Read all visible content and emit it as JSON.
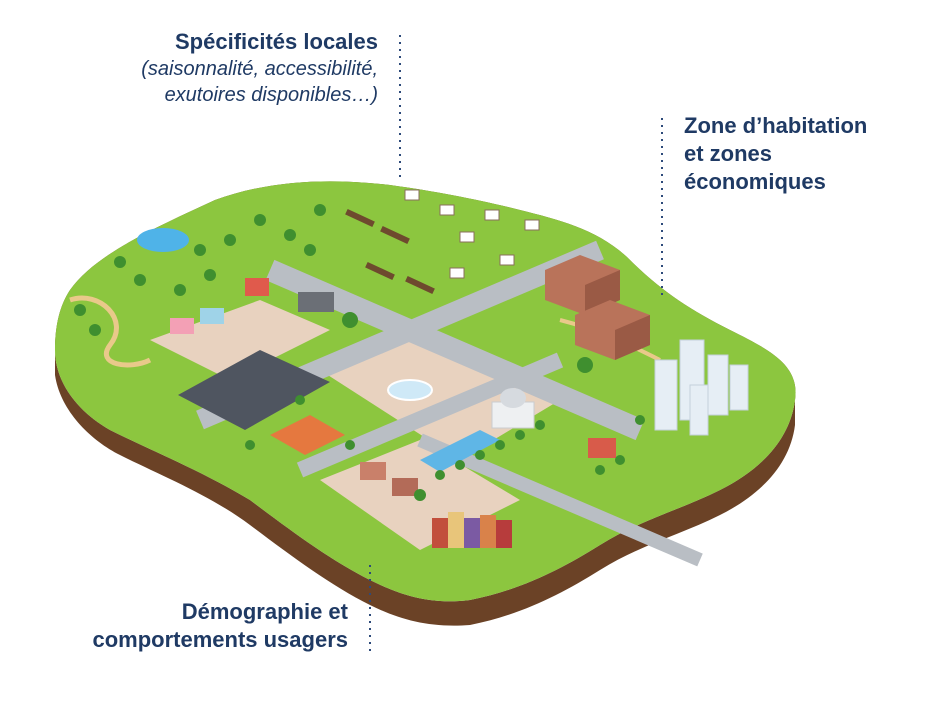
{
  "labels": {
    "top": {
      "title": "Spécificités locales",
      "subtitle_line1": "(saisonnalité, accessibilité,",
      "subtitle_line2": "exutoires disponibles…)"
    },
    "right": {
      "line1": "Zone d’habitation",
      "line2": "et zones",
      "line3": "économiques"
    },
    "bottom": {
      "line1": "Démographie et",
      "line2": "comportements usagers"
    }
  },
  "colors": {
    "label_text": "#1f3a64",
    "dotted_line": "#2d4a7a",
    "grass": "#8cc63f",
    "soil": "#6b4226",
    "road": "#b9bec4",
    "plaza": "#e8d2bf"
  }
}
